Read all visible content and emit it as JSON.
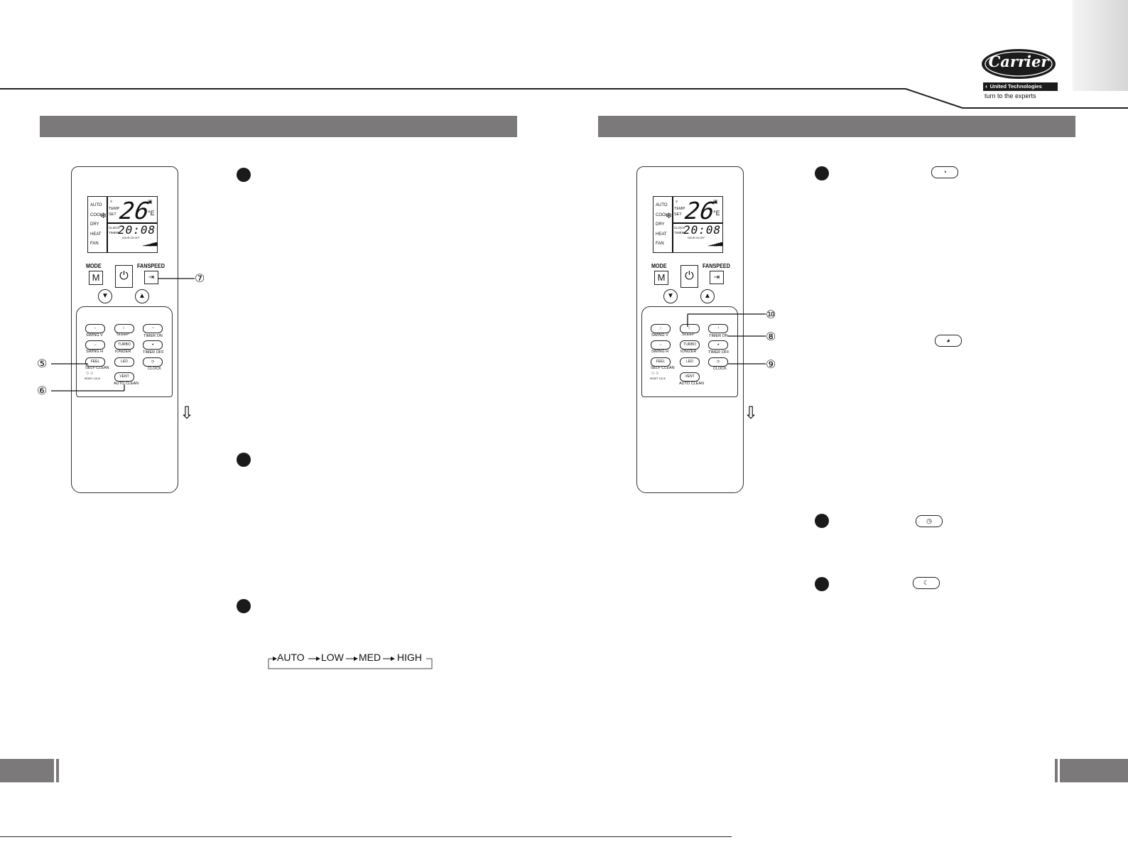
{
  "brand": {
    "name": "Carrier",
    "parent": "United Technologies",
    "tagline": "turn to the experts"
  },
  "remote": {
    "modes": [
      "AUTO",
      "COOL",
      "DRY",
      "HEAT",
      "FAN"
    ],
    "temp_label": "TEMP",
    "set_label": "SET",
    "temp_value": "26",
    "temp_unit": "°E",
    "clock_label": "CLOCK",
    "timer_label": "TIMER",
    "clock_value": "20:08",
    "sub_labels": "HOUR   ON   OFF",
    "mode_label": "MODE",
    "mode_btn": "M",
    "fanspeed_label": "FANSPEED",
    "buttons": {
      "swing_v": "SWING V",
      "sleep": "SLEEP",
      "timer_on": "TIMER ON",
      "swing_h": "SWING H",
      "turbo": "TURBO",
      "ionizer": "IONIZER",
      "timer_off": "TIMER OFF",
      "feel": "FEEL",
      "led": "LED",
      "clock": "CLOCK",
      "self_clean": "SELF CLEAN",
      "reset_lock": "RESET  LOCK",
      "vent": "VENT",
      "auto_clean": "AUTO CLEAN"
    }
  },
  "callouts": {
    "c5": "⑤",
    "c6": "⑥",
    "c7": "⑦",
    "c8": "⑧",
    "c9": "⑨",
    "c10": "⑩"
  },
  "fan_sequence": {
    "s1": "AUTO",
    "s2": "LOW",
    "s3": "MED",
    "s4": "HIGH"
  }
}
